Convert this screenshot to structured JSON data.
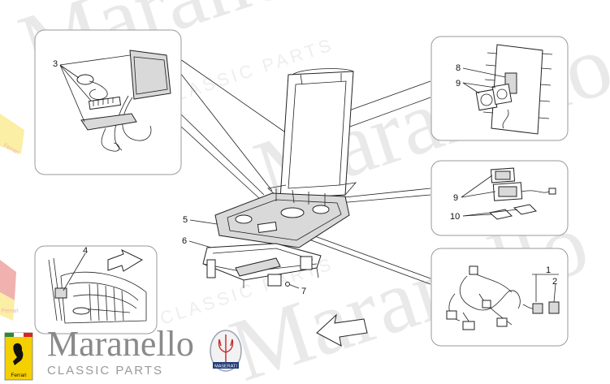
{
  "brand": {
    "name": "Maranello",
    "sub": "CLASSIC PARTS",
    "ferrari_badge": "Ferrari",
    "maserati_badge": "MASERATI"
  },
  "watermark": {
    "word": "Maranello",
    "sub": "CLASSIC PARTS"
  },
  "callouts": {
    "c1": "1",
    "c2": "2",
    "c3": "3",
    "c4": "4",
    "c5": "5",
    "c6": "6",
    "c7": "7",
    "c8": "8",
    "c9a": "9",
    "c9b": "9",
    "c10": "10"
  },
  "colors": {
    "ferrari_yellow": "#f5d000",
    "ferrari_red": "#d7261e",
    "line": "#222222",
    "panel_border": "#9a9a9a"
  }
}
